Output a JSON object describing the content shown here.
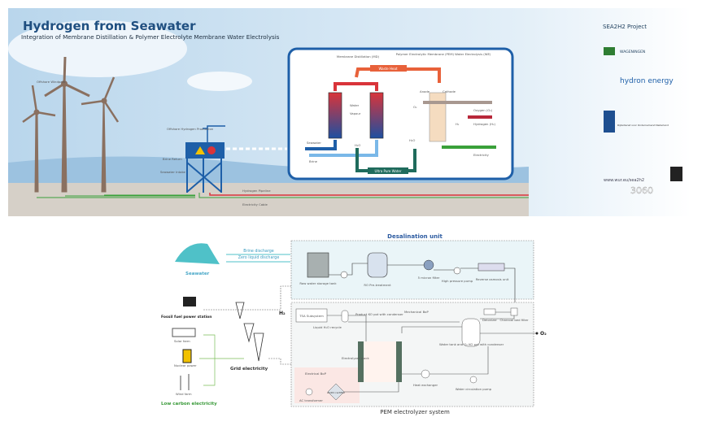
{
  "top_panel": {
    "title": "Hydrogen from Seawater",
    "subtitle": "Integration of Membrane Distillation & Polymer Electrolyte Membrane Water Electrolysis",
    "labels": {
      "windpark": "Offshore Windpark",
      "platform": "Offshore Hydrogen Production",
      "brine_return": "Brine Return",
      "seawater_intake": "Seawater Intake",
      "hydrogen_pipeline": "Hydrogen Pipeline",
      "electricity_cable": "Electricity Cable"
    },
    "process": {
      "md_title": "Membrane Distillation (MD)",
      "pem_title": "Polymer Electrolytic Membrane (PEM) Water Electrolysis (WE)",
      "waste_heat": "Waste Heat",
      "water": "Water",
      "vapour": "Vapour",
      "h2o_md": "H₂O",
      "seawater": "Seawater",
      "brine": "Brine",
      "ultra_pure_water": "Ultra Pure Water",
      "anode": "Anode",
      "cathode": "Cathode",
      "o2": "O₂",
      "h2": "H₂",
      "h2o": "H₂O",
      "oxygen": "Oxygen (O₂)",
      "hydrogen": "Hydrogen (H₂)",
      "electricity": "Electricity"
    },
    "sidebar": {
      "project": "SEA2H2 Project",
      "logo_wageningen": "WAGENINGEN",
      "logo_hydron": "hydron energy",
      "logo_rvo": "Rijksdienst voor Ondernemend Nederland",
      "url": "www.wur.eu/sea2h2",
      "watermark": "3060"
    },
    "colors": {
      "sky": "#cfe3f2",
      "blue": "#1e5fa8",
      "red": "#d9343a",
      "orange": "#e8613a",
      "green": "#3aa13a",
      "teal": "#1f6b5c"
    }
  },
  "bottom_panel": {
    "seawater": "Seawater",
    "brine_discharge": "Brine discharge",
    "zero_liquid_discharge": "Zero liquid discharge",
    "fossil": "Fossil fuel power station",
    "solar": "Solar farm",
    "nuclear": "Nuclear power",
    "wind": "Wind farm",
    "low_carbon": "Low carbon electricity",
    "grid": "Grid electricity",
    "h2": "H₂",
    "o2": "O₂",
    "desalination": {
      "title": "Desalination unit",
      "raw_tank": "Raw water storage tank",
      "ro_pre": "RO Pre-treatment",
      "micron_filter": "5 micron filter",
      "hp_pump": "High pressure pump",
      "ro_unit": "Reverse osmosis unit"
    },
    "pem": {
      "title": "PEM electrolyzer system",
      "mech_bop": "Mechanical BoP",
      "elec_bop": "Electrical BoP",
      "tsa": "TSA Subsystem",
      "product_pot": "Product KO pot with condenser",
      "liquid_recycle": "Liquid H₂O recycle",
      "stack": "Electrolyzer stack",
      "deionizer": "Deionizer",
      "charcoal": "Charcoal bed filter",
      "water_tank": "Water tank and O₂ KO pot with condenser",
      "heat_exchanger": "Heat exchanger",
      "circ_pump": "Water circulation pump",
      "ac_transformer": "AC transformer",
      "rectifier": "AC/DC rectifier"
    }
  }
}
